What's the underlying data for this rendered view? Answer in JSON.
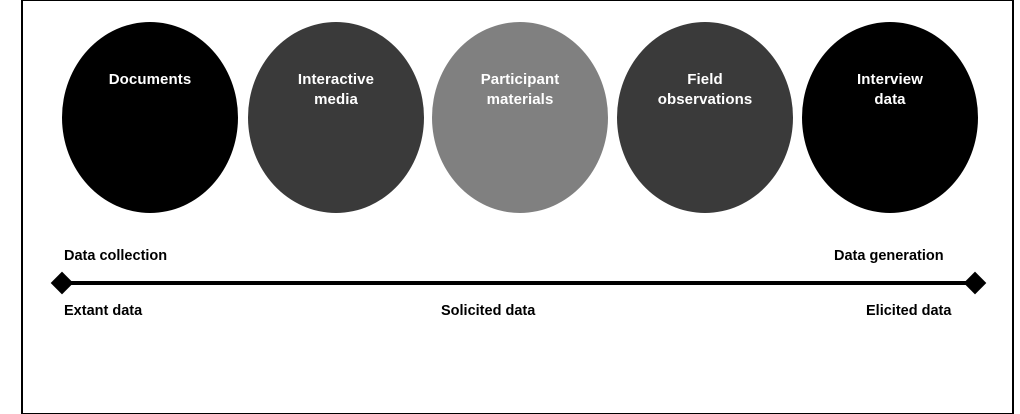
{
  "figure": {
    "type": "continuum-diagram",
    "background_color": "#ffffff",
    "border_color": "#000000"
  },
  "circles": [
    {
      "label": "Documents",
      "color": "#000000",
      "text_color": "#ffffff"
    },
    {
      "label": "Interactive\nmedia",
      "color": "#3a3a3a",
      "text_color": "#ffffff"
    },
    {
      "label": "Participant\nmaterials",
      "color": "#808080",
      "text_color": "#ffffff"
    },
    {
      "label": "Field\nobservations",
      "color": "#3a3a3a",
      "text_color": "#ffffff"
    },
    {
      "label": "Interview\ndata",
      "color": "#000000",
      "text_color": "#ffffff"
    }
  ],
  "axis": {
    "line_color": "#000000",
    "marker_shape": "diamond",
    "labels_above": {
      "left": "Data collection",
      "right": "Data generation"
    },
    "labels_below": {
      "left": "Extant data",
      "center": "Solicited data",
      "right": "Elicited data"
    }
  }
}
